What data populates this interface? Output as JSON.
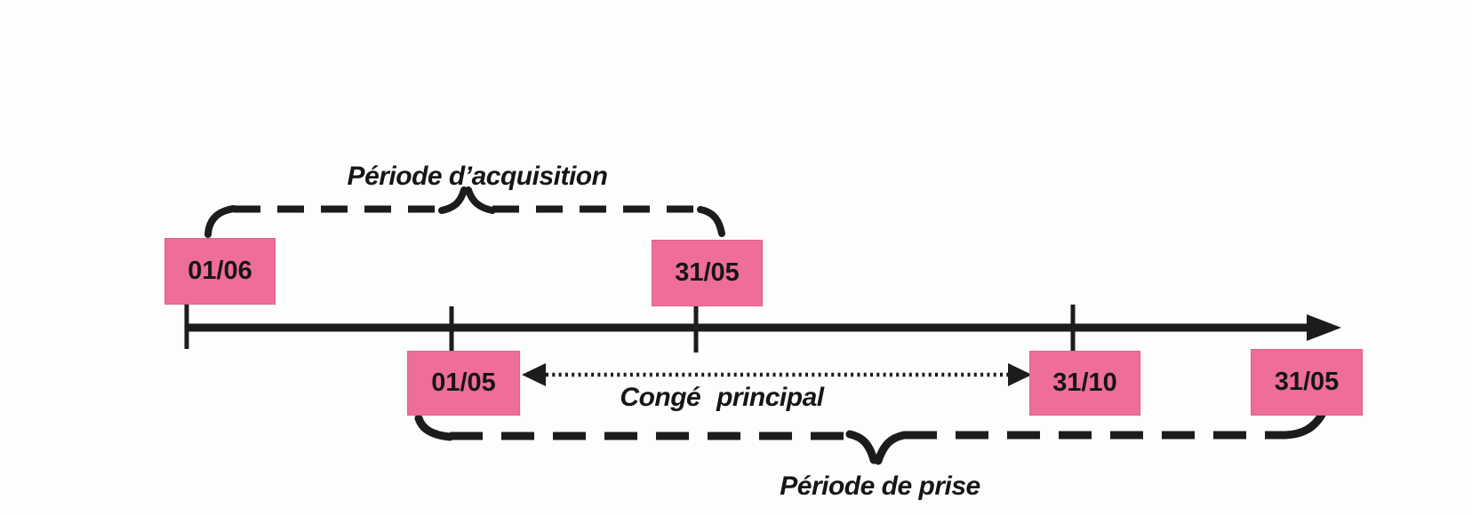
{
  "diagram": {
    "type": "timeline",
    "background_color": "#fdfdfd",
    "ink_color": "#1c1c1c",
    "date_box_color": "#ef6d99",
    "acquisition_label": "Période d’acquisition",
    "conge_label": "Congé principal",
    "prise_label": "Période de prise",
    "date_boxes": [
      {
        "label": "01/06",
        "row": "above-line",
        "role": "acquisition-period-start"
      },
      {
        "label": "31/05",
        "row": "above-line",
        "role": "acquisition-period-end"
      },
      {
        "label": "01/05",
        "row": "below-line",
        "role": "prise-period-start"
      },
      {
        "label": "31/10",
        "row": "below-line",
        "role": "conge-principal-end"
      },
      {
        "label": "31/05",
        "row": "below-line",
        "role": "prise-period-end"
      }
    ],
    "timeline_direction": "right"
  }
}
